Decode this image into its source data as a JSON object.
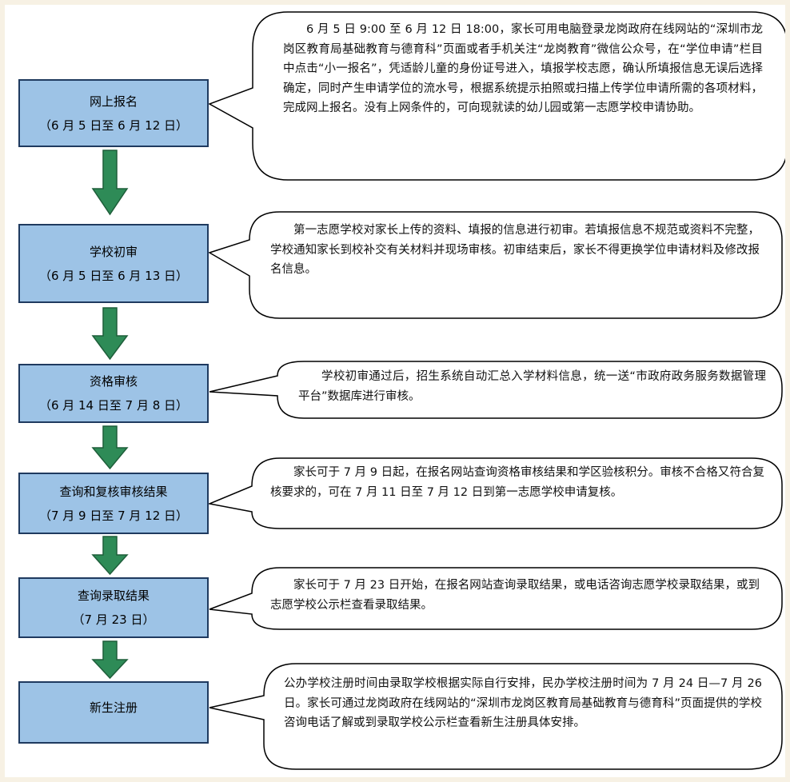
{
  "steps": [
    {
      "title": "网上报名",
      "date": "（6 月 5 日至 6 月 12 日）"
    },
    {
      "title": "学校初审",
      "date": "（6 月 5 日至 6 月 13 日）"
    },
    {
      "title": "资格审核",
      "date": "（6 月 14 日至 7 月 8 日）"
    },
    {
      "title": "查询和复核审核结果",
      "date": "（7 月 9 日至 7 月 12 日）"
    },
    {
      "title": "查询录取结果",
      "date": "（7 月 23 日）"
    },
    {
      "title": "新生注册",
      "date": ""
    }
  ],
  "notes": [
    "6 月 5 日 9:00 至 6 月 12 日 18:00，家长可用电脑登录龙岗政府在线网站的“深圳市龙岗区教育局基础教育与德育科”页面或者手机关注“龙岗教育”微信公众号，在“学位申请”栏目中点击“小一报名”，凭适龄儿童的身份证号进入，填报学校志愿，确认所填报信息无误后选择确定，同时产生申请学位的流水号，根据系统提示拍照或扫描上传学位申请所需的各项材料，完成网上报名。没有上网条件的，可向现就读的幼儿园或第一志愿学校申请协助。",
    "第一志愿学校对家长上传的资料、填报的信息进行初审。若填报信息不规范或资料不完整，学校通知家长到校补交有关材料并现场审核。初审结束后，家长不得更换学位申请材料及修改报名信息。",
    "学校初审通过后，招生系统自动汇总入学材料信息，统一送“市政府政务服务数据管理平台”数据库进行审核。",
    "家长可于 7 月 9 日起，在报名网站查询资格审核结果和学区验核积分。审核不合格又符合复核要求的，可在 7 月 11 日至 7 月 12 日到第一志愿学校申请复核。",
    "家长可于 7 月 23 日开始，在报名网站查询录取结果，或电话咨询志愿学校录取结果，或到志愿学校公示栏查看录取结果。",
    "公办学校注册时间由录取学校根据实际自行安排，民办学校注册时间为 7 月 24 日—7 月 26 日。家长可通过龙岗政府在线网站的“深圳市龙岗区教育局基础教育与德育科”页面提供的学校咨询电话了解或到录取学校公示栏查看新生注册具体安排。"
  ],
  "colors": {
    "step_fill": "#9dc3e6",
    "step_border": "#1f3a5f",
    "arrow_fill": "#2e8b57",
    "arrow_stroke": "#1e5e3a"
  }
}
